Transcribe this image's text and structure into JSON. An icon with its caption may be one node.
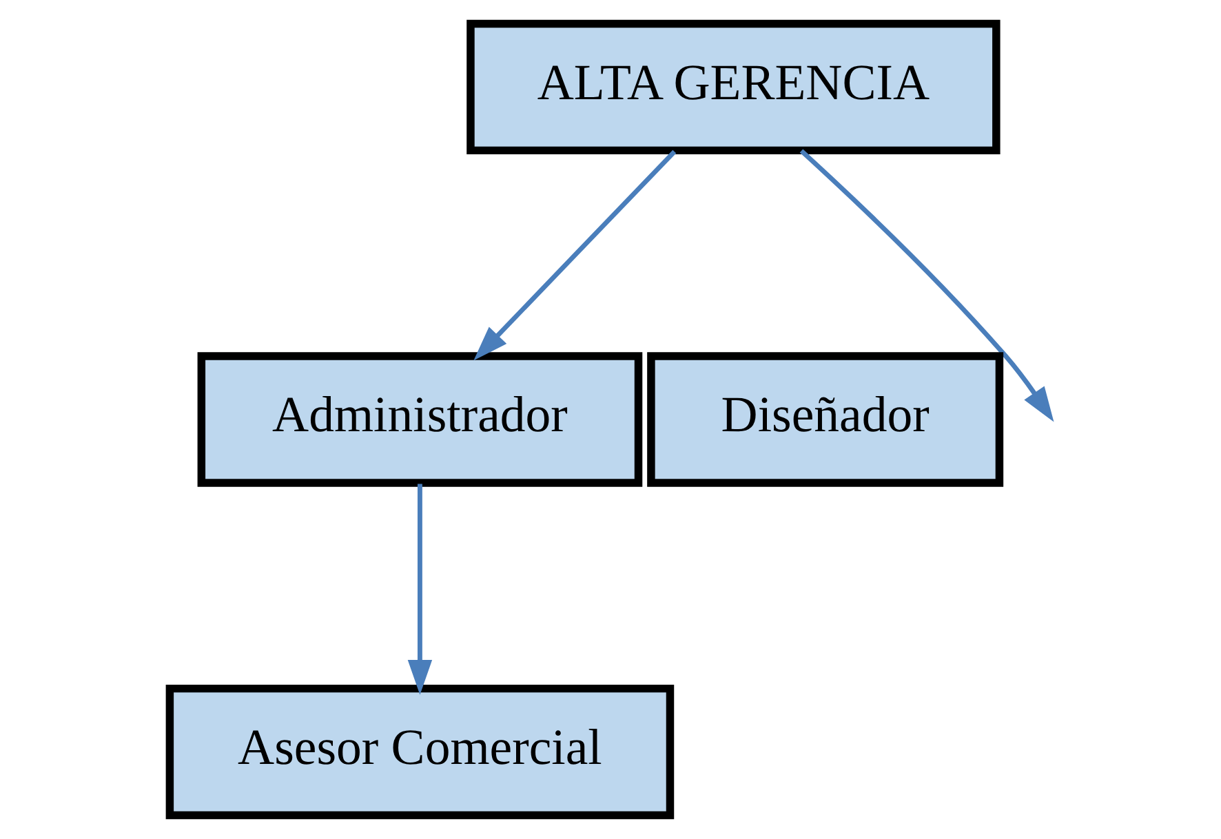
{
  "diagram": {
    "nodes": [
      {
        "text": [
          "ALTA GERENCIA"
        ]
      },
      {
        "text": [
          "Administrador"
        ]
      },
      {
        "text": [
          "Diseñador"
        ]
      },
      {
        "text": [
          "Asesor Comercial"
        ]
      }
    ],
    "edges": [
      {
        "from": 0,
        "to": 1,
        "arrow": "to"
      },
      {
        "from": 0,
        "to": null,
        "arrow": "to"
      },
      {
        "from": 1,
        "to": 3,
        "arrow": "to"
      }
    ]
  }
}
